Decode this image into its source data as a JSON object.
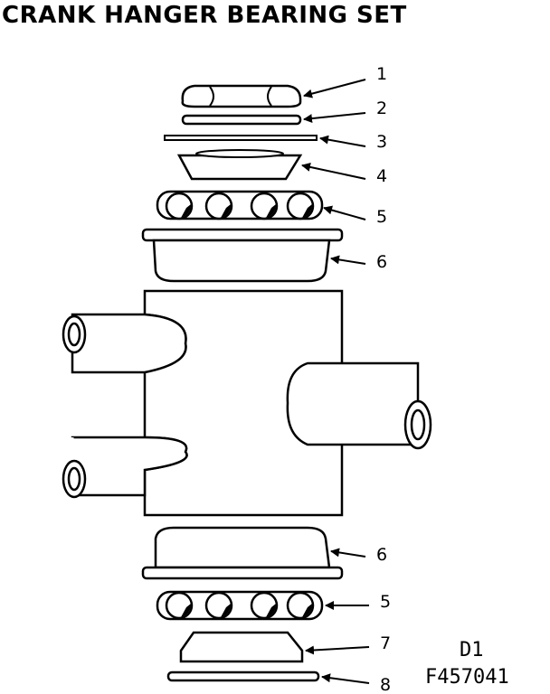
{
  "title": "CRANK HANGER BEARING SET",
  "callouts": [
    {
      "part": "locknut",
      "label": "1"
    },
    {
      "part": "washer",
      "label": "2"
    },
    {
      "part": "thin-washer",
      "label": "3"
    },
    {
      "part": "cone-top",
      "label": "4"
    },
    {
      "part": "ball-retainer-top",
      "label": "5"
    },
    {
      "part": "cup-top",
      "label": "6"
    },
    {
      "part": "cup-bottom",
      "label": "6"
    },
    {
      "part": "ball-retainer-bottom",
      "label": "5"
    },
    {
      "part": "cone-bottom",
      "label": "7"
    },
    {
      "part": "bottom-washer",
      "label": "8"
    }
  ],
  "reference": {
    "line1": "D1",
    "line2": "F457041"
  },
  "colors": {
    "ink": "#000000",
    "paper": "#ffffff"
  }
}
